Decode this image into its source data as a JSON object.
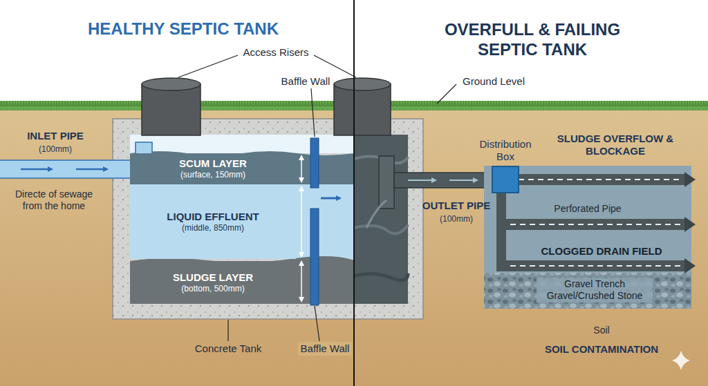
{
  "diagram": {
    "nodes": [
      {
        "text": [
          "SCUM LAYER",
          "(surface, 150mm)"
        ]
      },
      {
        "text": [
          "LIQUID EFFLUENT",
          "(middle, 850mm)"
        ]
      },
      {
        "text": [
          "SLUDGE LAYER",
          "(bottom, 500mm)"
        ]
      },
      {
        "text": [
          "Distribution Box"
        ]
      }
    ],
    "labels": [
      "HEALTHY SEPTIC TANK",
      "Access Risers",
      "OVERFULL & FAILING SEPTIC TANK",
      "Baffle Wall",
      "Ground Level",
      "INLET PIPE",
      "(100mm)",
      "Directe of sewage from the home",
      "SLUDGE OVERFLOW & BLOCKAGE",
      "OUTLET PIPE",
      "(100mm)",
      "Perforated Pipe",
      "CLOGGED DRAIN FIELD",
      "Gravel Trench Gravel/Crushed Stone",
      "Soil",
      "SOIL CONTAMINATION",
      "Concrete Tank",
      "Baffle Wall"
    ]
  }
}
